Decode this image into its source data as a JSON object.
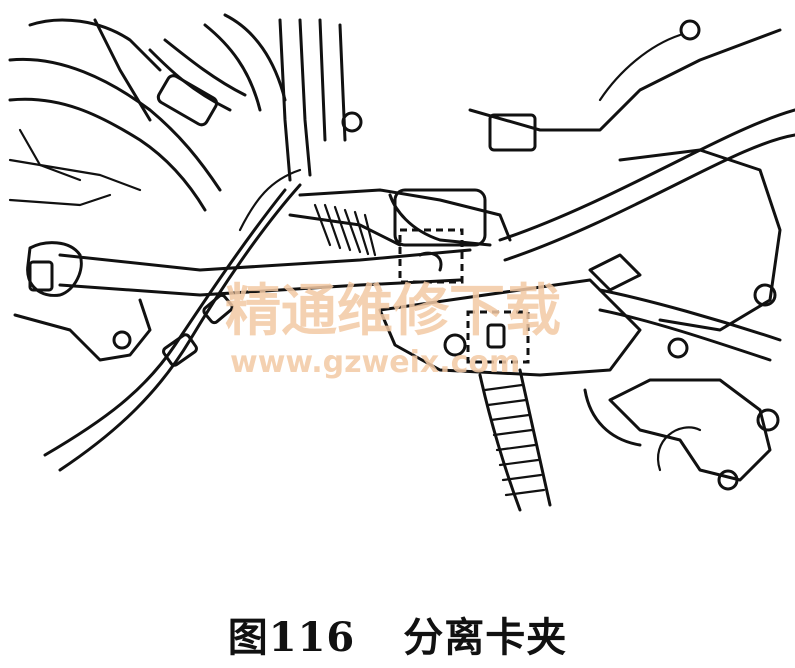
{
  "watermark": {
    "text_cn": "精通维修下载",
    "text_url": "www.gzweix.com"
  },
  "caption": {
    "figure_number": "图116",
    "title": "分离卡夹"
  }
}
